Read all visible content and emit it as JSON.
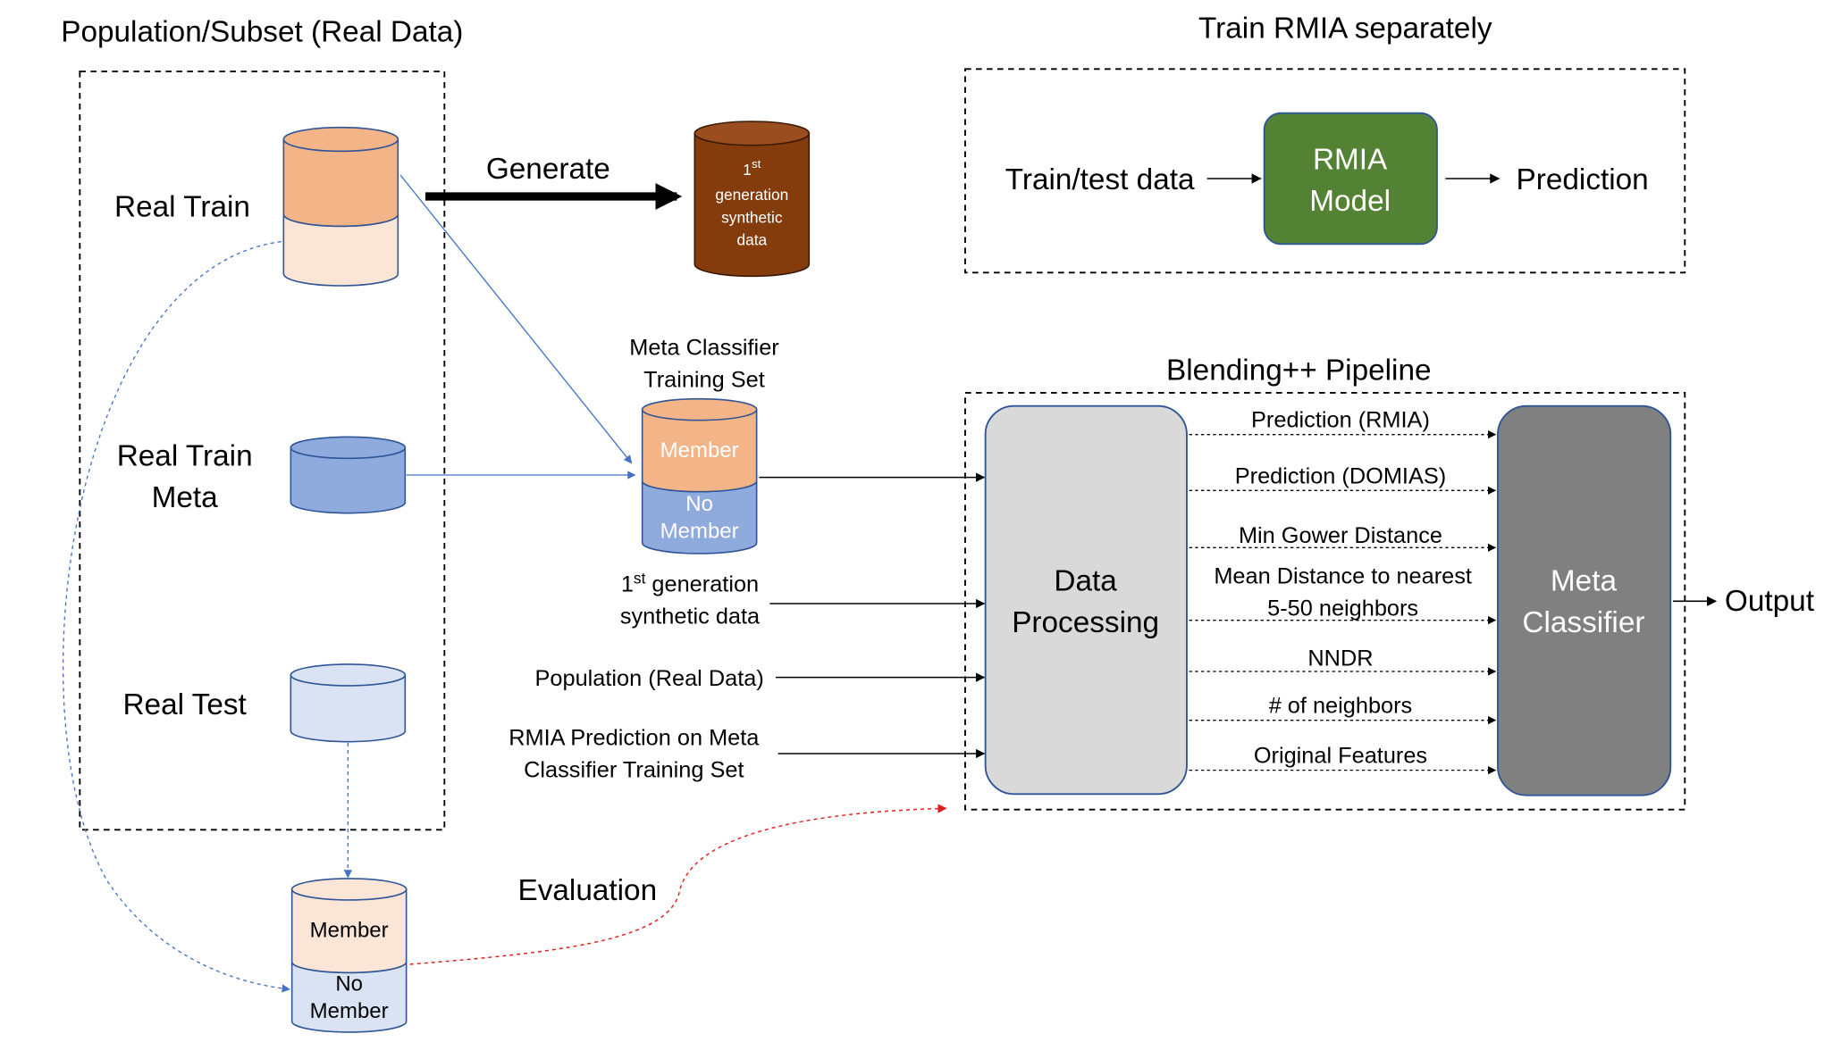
{
  "titles": {
    "population": "Population/Subset (Real Data)",
    "train_rmia": "Train RMIA separately",
    "blending": "Blending++ Pipeline"
  },
  "left_labels": {
    "real_train": "Real Train",
    "real_train_meta_1": "Real Train",
    "real_train_meta_2": "Meta",
    "real_test": "Real Test"
  },
  "generate": {
    "label": "Generate",
    "synthetic_sup": "st",
    "synthetic_line1_num": "1",
    "synthetic_line2": "generation",
    "synthetic_line3": "synthetic",
    "synthetic_line4": "data"
  },
  "rmia": {
    "input": "Train/test data",
    "model_line1": "RMIA",
    "model_line2": "Model",
    "output": "Prediction"
  },
  "meta_training_set": {
    "title_line1": "Meta Classifier",
    "title_line2": "Training Set",
    "member": "Member",
    "no_member_1": "No",
    "no_member_2": "Member"
  },
  "inputs": {
    "synthetic_num": "1",
    "synthetic_sup": "st",
    "synthetic_line1": " generation",
    "synthetic_line2": "synthetic data",
    "population": "Population (Real Data)",
    "rmia_pred_line1": "RMIA Prediction on Meta",
    "rmia_pred_line2": "Classifier Training Set"
  },
  "data_processing": {
    "line1": "Data",
    "line2": "Processing"
  },
  "features": {
    "f1": "Prediction (RMIA)",
    "f2": "Prediction (DOMIAS)",
    "f3": "Min Gower Distance",
    "f4_line1": "Mean Distance to nearest",
    "f4_line2": "5-50 neighbors",
    "f5": "NNDR",
    "f6": "# of neighbors",
    "f7": "Original Features"
  },
  "meta_classifier": {
    "line1": "Meta",
    "line2": "Classifier"
  },
  "output": "Output",
  "evaluation": {
    "label": "Evaluation",
    "member": "Member",
    "no_member_1": "No",
    "no_member_2": "Member"
  },
  "colors": {
    "orange_top": "#f3b487",
    "orange_light": "#fbe5d6",
    "blue_mid": "#8faadc",
    "blue_light": "#dae3f3",
    "brown": "#843c0c",
    "green": "#548235",
    "gray_box": "#d9d9d9",
    "gray_dark": "#808080",
    "cyl_stroke": "#2f5597",
    "link_blue": "#4472c4",
    "eval_red": "#e02020"
  }
}
